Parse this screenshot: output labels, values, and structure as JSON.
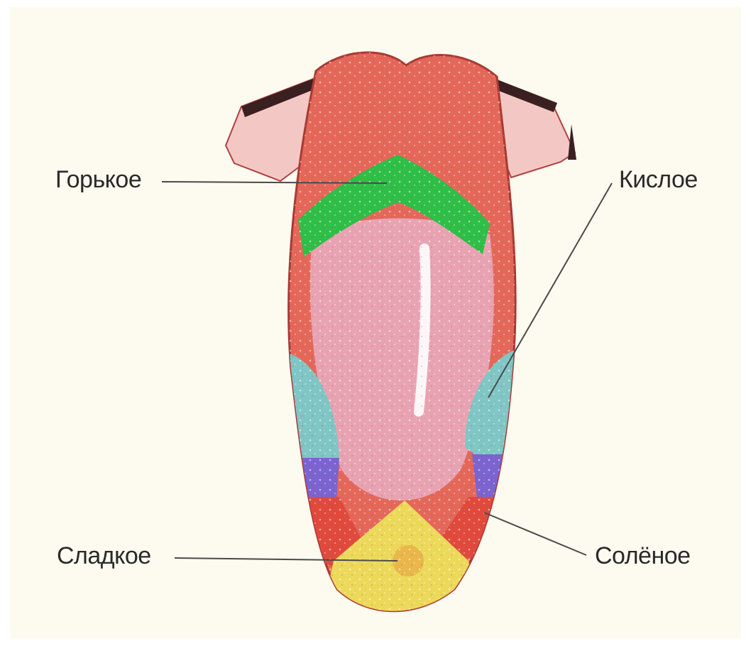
{
  "labels": {
    "bitter": "Горькое",
    "sour": "Кислое",
    "sweet": "Сладкое",
    "salty": "Солёное"
  },
  "colors": {
    "background": "#fdfaf0",
    "tongue": "#e4685a",
    "tongue_center": "#e8a3b2",
    "bitter_zone": "#2fbe47",
    "sour_zone": "#7fc6c4",
    "salty_zone": "#7b64d0",
    "sweet_zone": "#ecd95a",
    "leader_line": "#4a4a4a"
  }
}
